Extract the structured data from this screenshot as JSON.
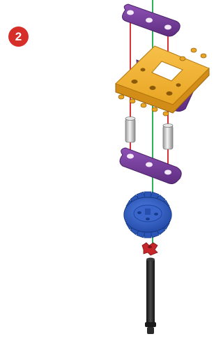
{
  "step": {
    "number": "2"
  },
  "colors": {
    "badge": "#d62f2a",
    "beam_purple": "#7a3fa0",
    "plate_yellow": "#f0ad2d",
    "gear_blue": "#2f5ec6",
    "spacer_grey": "#c9c9c9",
    "connector_red": "#c5262a",
    "axle_black": "#222222",
    "guide_green": "#2fae5c",
    "guide_red": "#d8323a"
  },
  "parts": [
    {
      "name": "purple-beam-top",
      "icon": "3-hole-beam"
    },
    {
      "name": "yellow-plate",
      "icon": "pegged-plate"
    },
    {
      "name": "purple-beam-under-plate",
      "icon": "3-hole-beam"
    },
    {
      "name": "grey-spacer",
      "icon": "tube-spacer"
    },
    {
      "name": "purple-beam-bottom",
      "icon": "3-hole-beam"
    },
    {
      "name": "blue-gear",
      "icon": "spur-gear"
    },
    {
      "name": "red-connector",
      "icon": "axle-connector"
    },
    {
      "name": "black-axle",
      "icon": "long-axle"
    }
  ]
}
